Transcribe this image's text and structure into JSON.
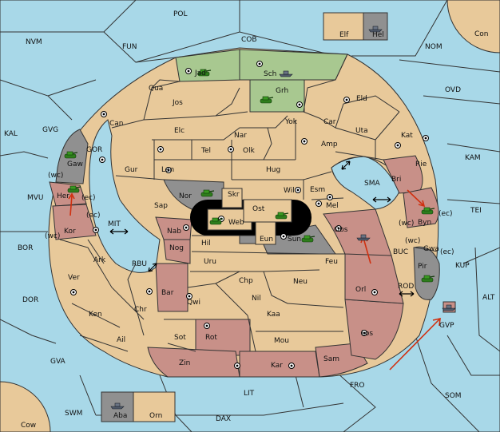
{
  "regions": {
    "POL": "POL",
    "COB": "COB",
    "NVM": "NVM",
    "FUN": "FUN",
    "Con": "Con",
    "NOM": "NOM",
    "OVD": "OVD",
    "KAL": "KAL",
    "GVG": "GVG",
    "KAM": "KAM",
    "MVU": "MVU",
    "BOR": "BOR",
    "DOR": "DOR",
    "TEI": "TEI",
    "KUP": "KUP",
    "ALT": "ALT",
    "GVA": "GVA",
    "SOM": "SOM",
    "FRO": "FRO",
    "LIT": "LIT",
    "SWM": "SWM",
    "DAX": "DAX",
    "Cow": "Cow",
    "MIT": "MIT",
    "RBU": "RBU",
    "SMA": "SMA",
    "BUC": "BUC",
    "ROD": "ROD",
    "GVP": "GVP",
    "GOR": "GOR",
    "Elf": "Elf",
    "Hel": "Hel",
    "Aba": "Aba",
    "Orn": "Orn",
    "Jad": "Jad",
    "Sch": "Sch",
    "Grh": "Grh",
    "Qua": "Qua",
    "Jos": "Jos",
    "Eld": "Eld",
    "Can": "Can",
    "Yok": "Yok",
    "Car": "Car",
    "Elc": "Elc",
    "Nar": "Nar",
    "Uta": "Uta",
    "Kat": "Kat",
    "Tel": "Tel",
    "Olk": "Olk",
    "Amp": "Amp",
    "Gur": "Gur",
    "Lan": "Lan",
    "Hug": "Hug",
    "Rie": "Rie",
    "Gaw": "Gaw",
    "Her": "Her",
    "Nor": "Nor",
    "Skr": "Skr",
    "Wil": "Wil",
    "Esm": "Esm",
    "Bri": "Bri",
    "Sap": "Sap",
    "Ost": "Ost",
    "Web": "Web",
    "Mel": "Mel",
    "Byn": "Byn",
    "Kor": "Kor",
    "Nab": "Nab",
    "Eun": "Eun",
    "Sun": "Sun",
    "Obs": "Obs",
    "Hil": "Hil",
    "Gwa": "Gwa",
    "Nog": "Nog",
    "Ark": "Ark",
    "Uru": "Uru",
    "Feu": "Feu",
    "Pir": "Pir",
    "Ver": "Ver",
    "Chp": "Chp",
    "Neu": "Neu",
    "Orl": "Orl",
    "Bar": "Bar",
    "Qwi": "Qwi",
    "Nil": "Nil",
    "Ken": "Ken",
    "Chr": "Chr",
    "Kaa": "Kaa",
    "Los": "Los",
    "Ail": "Ail",
    "Sot": "Sot",
    "Rot": "Rot",
    "Mou": "Mou",
    "Zin": "Zin",
    "Kar": "Kar",
    "Sam": "Sam"
  },
  "coast_labels": {
    "wc": "(wc)",
    "ec": "(ec)"
  },
  "colors": {
    "sea": "#a8d8e8",
    "land": "#e8c99a",
    "red": "#c89088",
    "green": "#a8c890",
    "grey": "#909090",
    "arrow": "#d03010"
  },
  "unit_icons": {
    "army": "tank-icon",
    "fleet": "ship-icon"
  }
}
